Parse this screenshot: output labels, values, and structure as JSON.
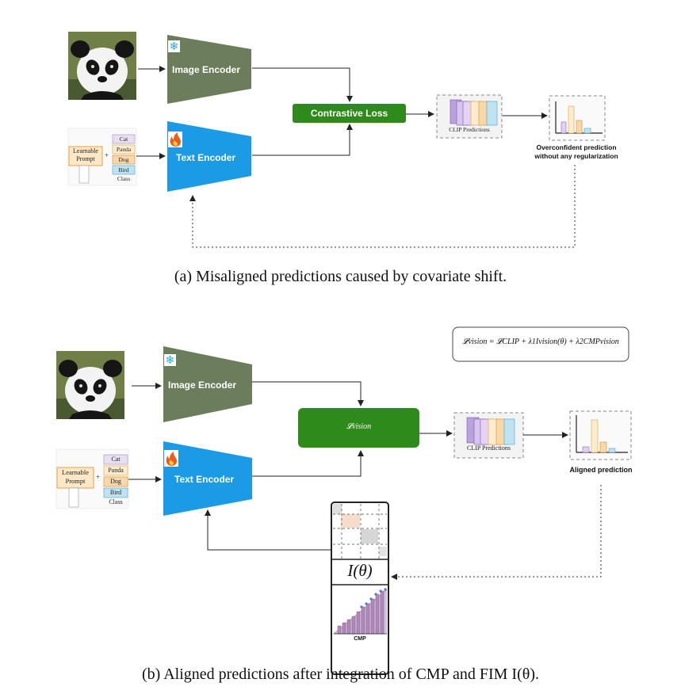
{
  "top": {
    "image_encoder": "Image Encoder",
    "text_encoder": "Text Encoder",
    "loss_label": "Contrastive Loss",
    "clip_predictions": "CLIP Predictions",
    "result_line1": "Overconfident prediction",
    "result_line2": "without any regularization",
    "prompt": {
      "line1": "Learnable",
      "line2": "Prompt",
      "plus": "+",
      "classes": [
        "Cat",
        "Panda",
        "Dog",
        "Bird"
      ],
      "class_label": "Class"
    },
    "caption": "(a) Misaligned predictions caused by covariate shift."
  },
  "bottom": {
    "image_encoder": "Image Encoder",
    "text_encoder": "Text Encoder",
    "loss_label": "𝓛vision",
    "equation": "𝓛vision = 𝓛CLIP + λ1Ivision(θ) + λ2CMPvision",
    "clip_predictions": "CLIP Predictions",
    "result": "Aligned prediction",
    "fim_label": "I(θ)",
    "cmp_label": "CMP",
    "prompt": {
      "line1": "Learnable",
      "line2": "Prompt",
      "plus": "+",
      "classes": [
        "Cat",
        "Panda",
        "Dog",
        "Bird"
      ],
      "class_label": "Class"
    },
    "caption": "(b) Aligned predictions after integration of CMP and FIM I(θ)."
  },
  "colors": {
    "image_encoder": "#6b7d5b",
    "text_encoder": "#1b9be6",
    "loss": "#2f8a1c",
    "class_fill": [
      "#e9dff2",
      "#fdeccd",
      "#f8d7a8",
      "#bfe3f3"
    ]
  }
}
